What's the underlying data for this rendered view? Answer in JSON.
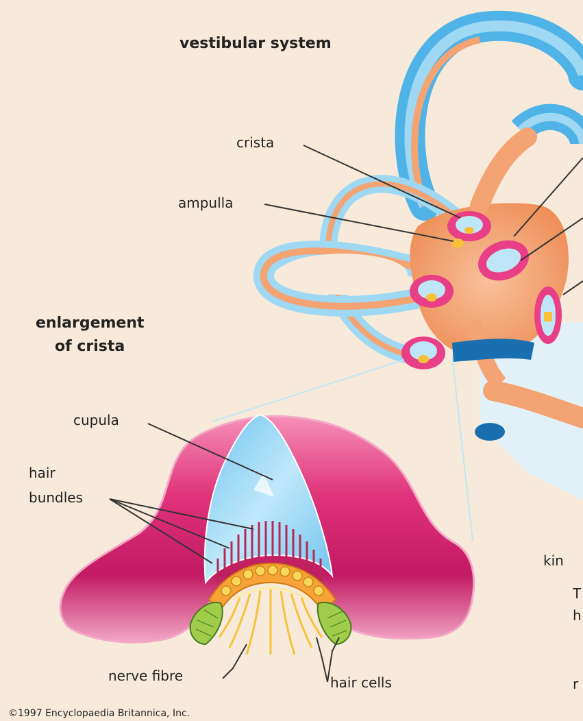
{
  "labels": {
    "vestibular_system": "vestibular system",
    "crista": "crista",
    "ampulla": "ampulla",
    "enlargement_line1": "enlargement",
    "enlargement_line2": "of crista",
    "cupula": "cupula",
    "hair_bundles_line1": "hair",
    "hair_bundles_line2": "bundles",
    "nerve_fibre": "nerve fibre",
    "hair_cells": "hair cells",
    "kino_partial": "kin",
    "t_partial": "T",
    "h_partial": "h",
    "r_partial": "r"
  },
  "copyright": "©1997 Encyclopaedia Britannica, Inc.",
  "colors": {
    "background": "#f7eadb",
    "canal_blue": "#4fb3e8",
    "canal_light": "#bfe6f7",
    "orange": "#f4a373",
    "pink": "#e83f86",
    "pink_light": "#f7a3c4",
    "yellow": "#f7c23a",
    "green": "#8fbf3e"
  }
}
